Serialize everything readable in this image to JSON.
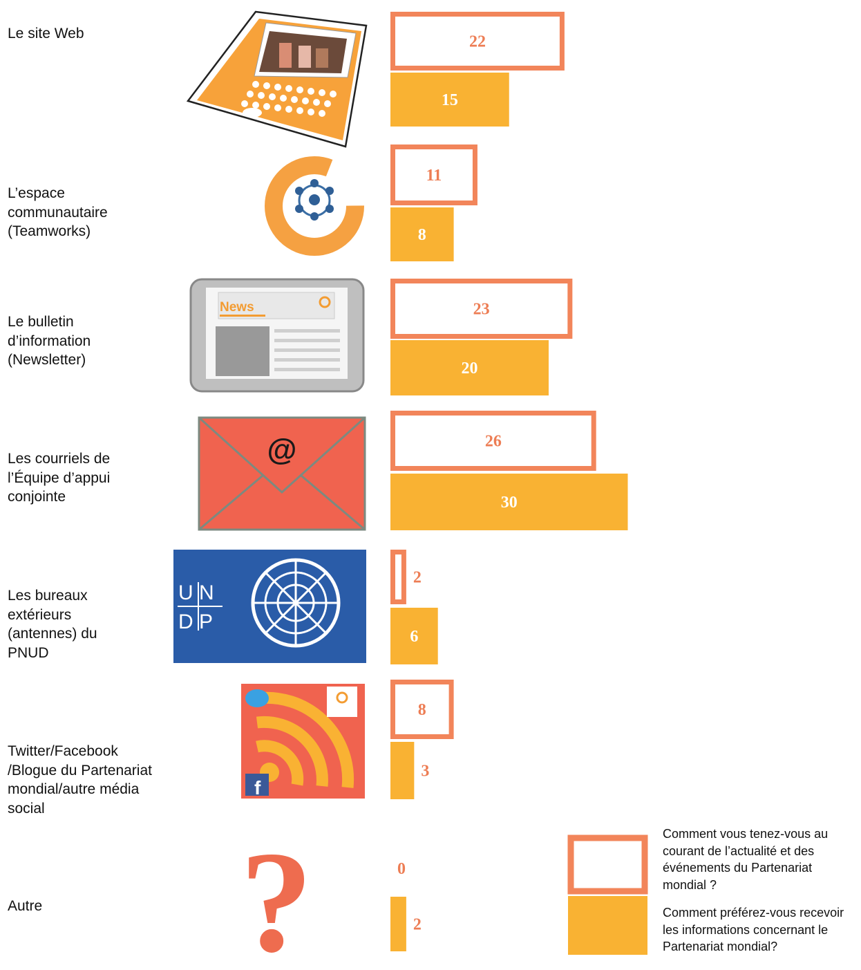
{
  "colors": {
    "outline": "#f2855a",
    "fill": "#f9b233",
    "outline_text": "#ed7d54",
    "fill_text": "#ffffff"
  },
  "chart_data": {
    "type": "bar",
    "orientation": "horizontal",
    "categories": [
      "Le site Web",
      "L’espace communautaire (Teamworks)",
      "Le bulletin d’information (Newsletter)",
      "Les courriels de l’Équipe d’appui conjointe",
      "Les bureaux extérieurs (antennes) du PNUD",
      "Twitter/Facebook /Blogue du Partenariat mondial/autre média social",
      "Autre"
    ],
    "series": [
      {
        "name": "Comment vous tenez-vous au courant de l’actualité et des événements du Partenariat mondial ?",
        "values": [
          22,
          11,
          23,
          26,
          2,
          8,
          0
        ]
      },
      {
        "name": "Comment préférez-vous recevoir les informations concernant le Partenariat mondial?",
        "values": [
          15,
          8,
          20,
          30,
          6,
          3,
          2
        ]
      }
    ],
    "icons": [
      "laptop-icon",
      "network-ring-icon",
      "newspaper-icon",
      "email-envelope-icon",
      "undp-logo-icon",
      "rss-social-icon",
      "question-mark-icon"
    ],
    "legend_position": "bottom-right",
    "grid": false
  }
}
